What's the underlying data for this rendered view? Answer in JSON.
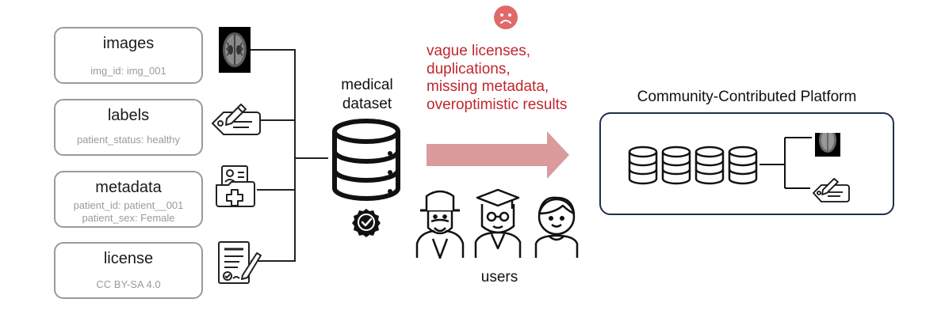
{
  "sources": [
    {
      "title": "images",
      "lines": [
        "img_id: img_001"
      ],
      "icon": "brain-mri-icon"
    },
    {
      "title": "labels",
      "lines": [
        "patient_status: healthy"
      ],
      "icon": "tag-pencil-icon"
    },
    {
      "title": "metadata",
      "lines": [
        "patient_id: patient__001",
        "patient_sex: Female"
      ],
      "icon": "medical-folder-icon"
    },
    {
      "title": "license",
      "lines": [
        "CC BY-SA 4.0"
      ],
      "icon": "contract-signature-icon"
    }
  ],
  "dataset": {
    "label_line1": "medical",
    "label_line2": "dataset",
    "icon": "database-icon",
    "badge_icon": "verified-badge-icon"
  },
  "issues": {
    "icon": "sad-face-icon",
    "color": "#c0262d",
    "items": [
      "vague licenses,",
      "duplications,",
      "missing metadata,",
      "overoptimistic results"
    ]
  },
  "flow_arrow": {
    "icon": "arrow-right-icon",
    "color": "#d99b9b"
  },
  "users": {
    "label": "users",
    "icons": [
      "old-man-hat-icon",
      "graduate-woman-icon",
      "child-icon"
    ]
  },
  "platform": {
    "title": "Community-Contributed Platform",
    "border_color": "#1f2f4a",
    "database_count": 4
  }
}
